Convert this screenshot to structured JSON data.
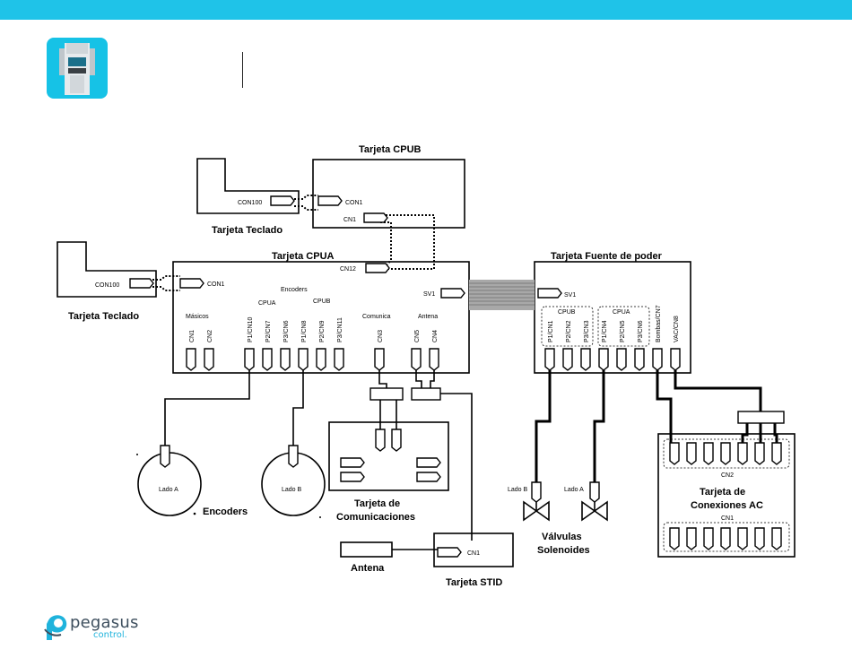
{
  "header": {
    "accent_color": "#1fc3e8"
  },
  "logo": {
    "word": "pegasus",
    "sub": "control.",
    "color_dark": "#3e4f5e",
    "color_accent": "#1fb3dc"
  },
  "diagram": {
    "cpub": {
      "title": "Tarjeta CPUB",
      "con1": "CON1",
      "cn1": "CN1"
    },
    "keypad_top": {
      "title": "Tarjeta Teclado",
      "con100": "CON100"
    },
    "keypad_left": {
      "title": "Tarjeta Teclado",
      "con100": "CON100"
    },
    "cpua": {
      "title": "Tarjeta CPUA",
      "con1": "CON1",
      "cn12": "CN12",
      "sv1": "SV1",
      "encoders": "Encoders",
      "cpua_group": "CPUA",
      "cpub_group": "CPUB",
      "masicos": "Másicos",
      "comunica": "Comunica",
      "antena": "Antena",
      "pins": [
        "CN1",
        "CN2",
        "P1/CN10",
        "P2/CN7",
        "P3/CN6",
        "P1/CN8",
        "P2/CN9",
        "P3/CN11",
        "CN3",
        "CN5",
        "CN4"
      ]
    },
    "power": {
      "title": "Tarjeta Fuente de poder",
      "sv1": "SV1",
      "cpub_group": "CPUB",
      "cpua_group": "CPUA",
      "pins": [
        "P1/CN1",
        "P2/CN2",
        "P3/CN3",
        "P1/CN4",
        "P2/CN5",
        "P3/CN6",
        "Bombas/CN7",
        "VAC/CN8"
      ]
    },
    "comms": {
      "title_line1": "Tarjeta de",
      "title_line2": "Comunicaciones"
    },
    "ac": {
      "title_line1": "Tarjeta de",
      "title_line2": "Conexiones AC",
      "cn2": "CN2",
      "cn1": "CN1"
    },
    "stid": {
      "title": "Tarjeta STID",
      "cn1": "CN1"
    },
    "antenna": {
      "title": "Antena"
    },
    "encoder_a": {
      "label": "Lado A"
    },
    "encoder_b": {
      "label": "Lado B"
    },
    "encoders_caption": "Encoders",
    "valve_b": {
      "label": "Lado B"
    },
    "valve_a": {
      "label": "Lado A"
    },
    "valves_caption_line1": "Válvulas",
    "valves_caption_line2": "Solenoides"
  }
}
